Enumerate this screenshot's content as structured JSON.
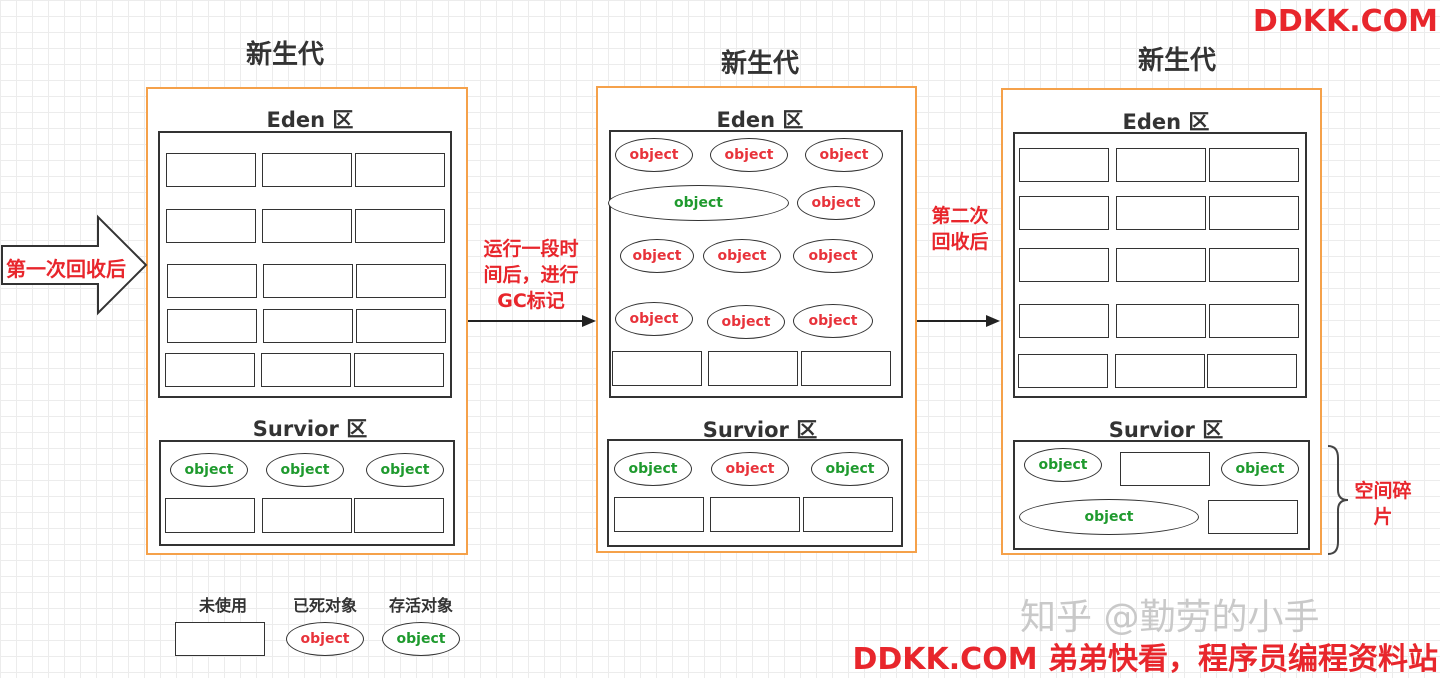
{
  "watermark": "DDKK.COM",
  "panel_title": "新生代",
  "eden_label": "Eden 区",
  "survivor_label": "Survior 区",
  "object_label": "object",
  "first_arrow_label": "第一次回收后",
  "gc_mark_label_lines": [
    "运行一段时",
    "间后，进行",
    "GC标记"
  ],
  "second_gc_label_lines": [
    "第二次",
    "回收后"
  ],
  "fragment_label_lines": [
    "空间碎",
    "片"
  ],
  "legend": {
    "unused": "未使用",
    "dead": "已死对象",
    "alive": "存活对象"
  },
  "zhihu_watermark": "知乎 @勤劳的小手",
  "footer_banner": "DDKK.COM 弟弟快看，程序员编程资料站",
  "colors": {
    "panel_border": "#f5a14a",
    "dead_object_text": "#e8333b",
    "alive_object_text": "#1f9a2e",
    "red_label": "#e8262c"
  }
}
